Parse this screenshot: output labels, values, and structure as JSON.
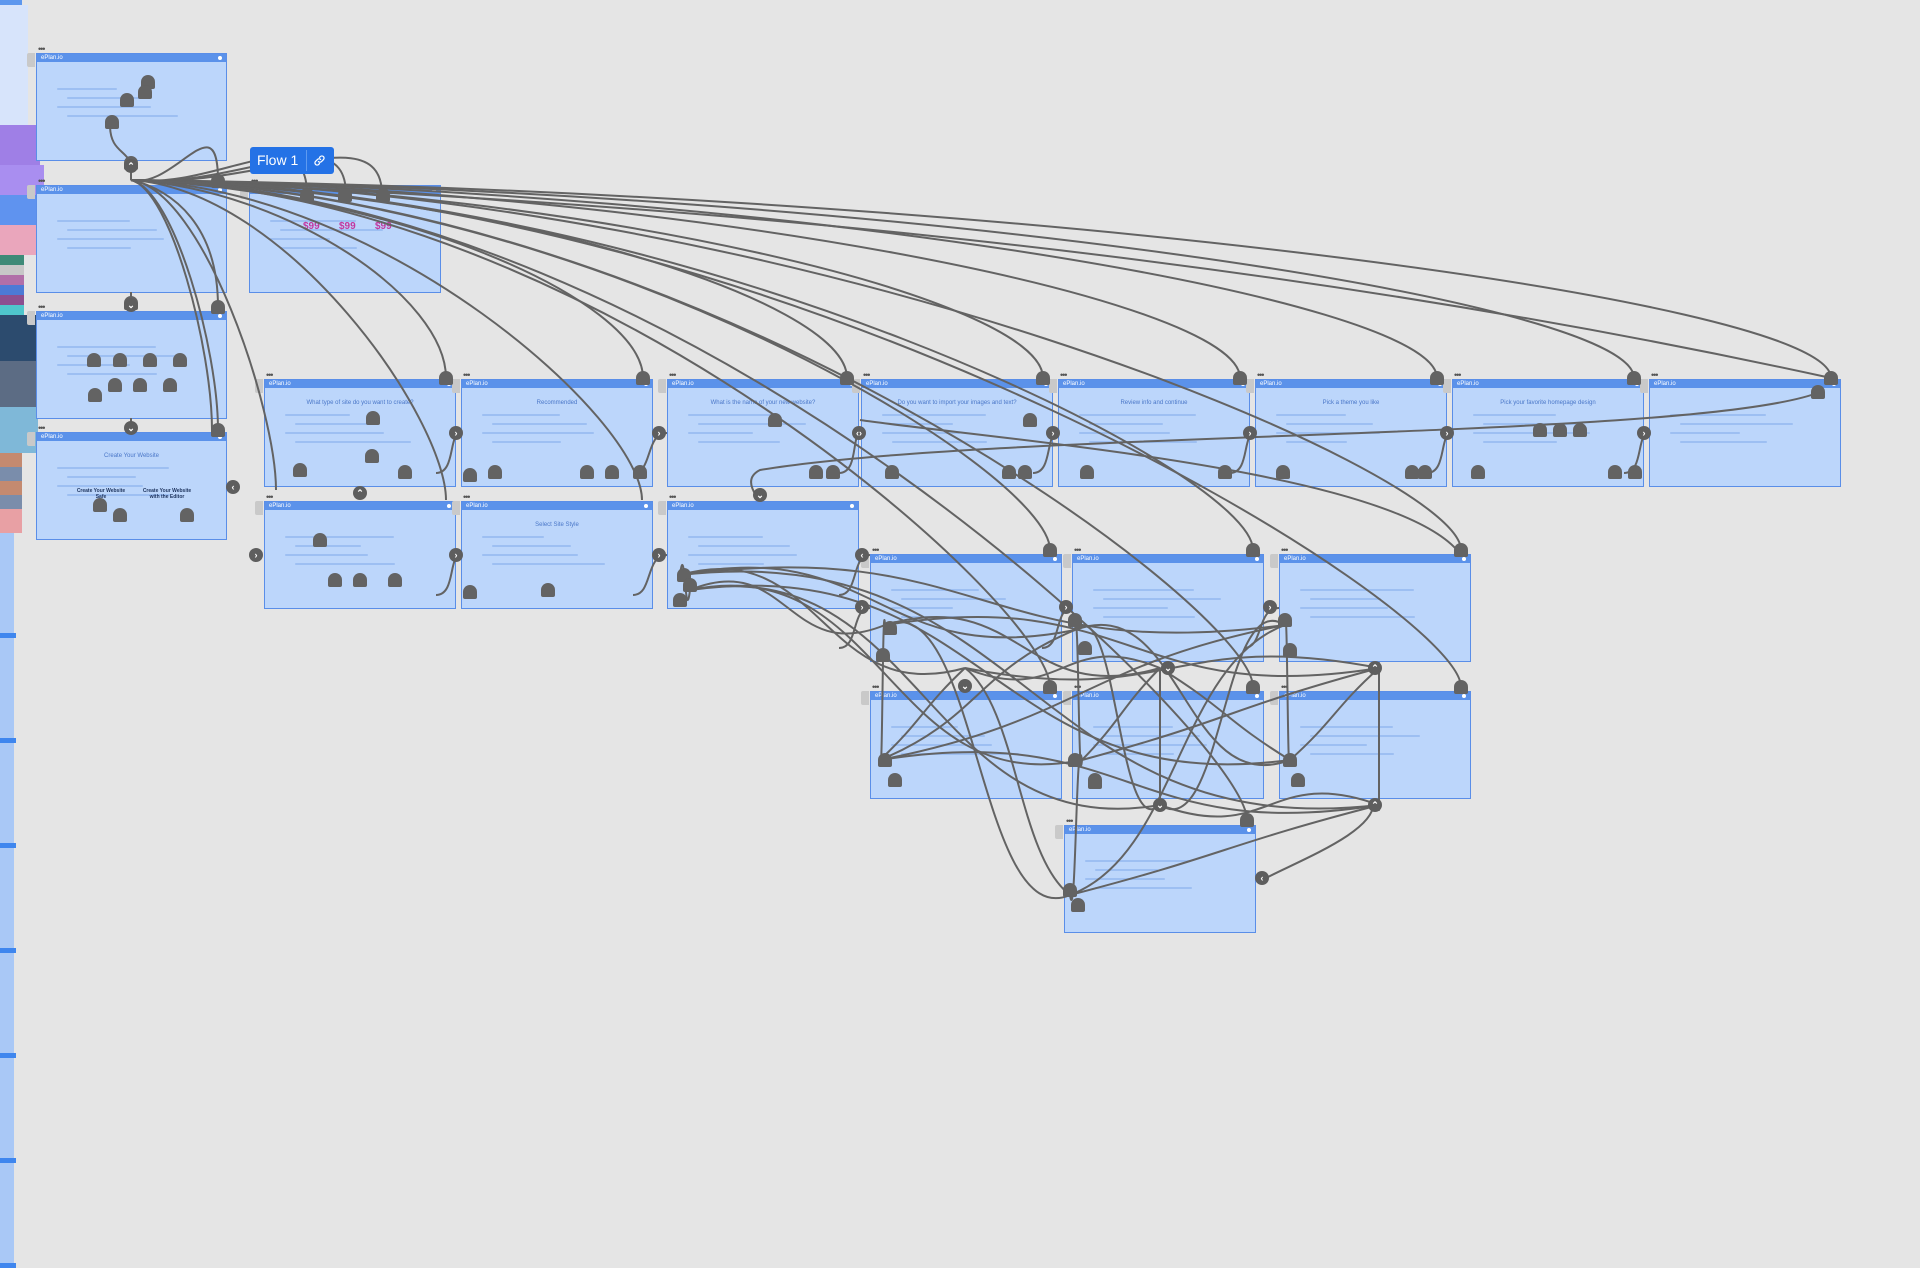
{
  "flow_badge": {
    "label": "Flow 1"
  },
  "frame_logo": "ePlan.io",
  "frames": [
    {
      "id": "login",
      "title": ""
    },
    {
      "id": "landing",
      "title": ""
    },
    {
      "id": "pricing",
      "title": ""
    },
    {
      "id": "onboarding-steps",
      "title": ""
    },
    {
      "id": "create-website",
      "title": "Create Your Website"
    },
    {
      "id": "q-type",
      "title": "What type of site do you want to create?"
    },
    {
      "id": "q-recommended",
      "title": "Recommended"
    },
    {
      "id": "q-name",
      "title": "What is the name of your new website?"
    },
    {
      "id": "q-import",
      "title": "Do you want to import your images and text?"
    },
    {
      "id": "q-review",
      "title": "Review info and continue"
    },
    {
      "id": "q-theme",
      "title": "Pick a theme you like"
    },
    {
      "id": "q-homepage",
      "title": "Pick your favorite homepage design"
    },
    {
      "id": "q-blank",
      "title": ""
    },
    {
      "id": "templates",
      "title": ""
    },
    {
      "id": "select-style",
      "title": "Select Site Style"
    },
    {
      "id": "dashboard",
      "title": ""
    },
    {
      "id": "editor-1",
      "title": ""
    },
    {
      "id": "editor-2",
      "title": ""
    },
    {
      "id": "editor-3",
      "title": ""
    },
    {
      "id": "editor-4",
      "title": ""
    },
    {
      "id": "editor-5",
      "title": ""
    },
    {
      "id": "editor-6",
      "title": ""
    },
    {
      "id": "editor-7",
      "title": ""
    }
  ],
  "frame_texts": {
    "create_left": "Create Your Website Safe",
    "create_right": "Create Your Website with the Editor",
    "price": "$99"
  },
  "colors": {
    "canvas": "#e5e5e5",
    "frame_fill": "#bcd6fb",
    "frame_border": "#5a8ee8",
    "wire": "#636363",
    "badge": "#2472e6"
  }
}
